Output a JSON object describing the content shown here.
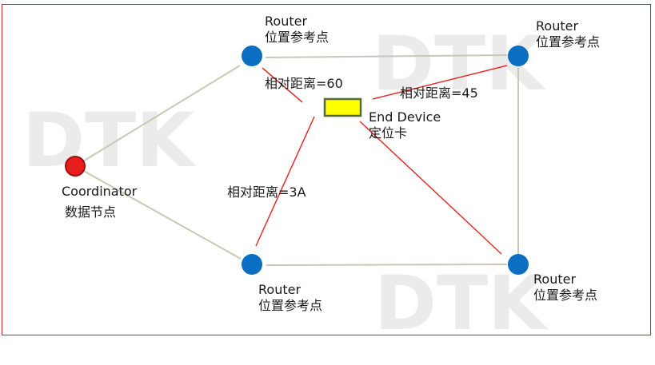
{
  "watermark": "DTK",
  "colors": {
    "frame": "#c0262c",
    "router_fill": "#0a6fc2",
    "coordinator_fill": "#e61e1e",
    "coordinator_stroke": "#a01010",
    "end_device_fill": "#ffff00",
    "end_device_stroke": "#556b2f",
    "mesh_line": "#c8c8b4",
    "distance_line": "#e82c2c",
    "watermark": "#ebebeb"
  },
  "nodes": {
    "router_top_left": {
      "type": "Router",
      "desc": "位置参考点",
      "icon": "blue-circle"
    },
    "router_top_right": {
      "type": "Router",
      "desc": "位置参考点",
      "icon": "blue-circle"
    },
    "router_bottom_left": {
      "type": "Router",
      "desc": "位置参考点",
      "icon": "blue-circle"
    },
    "router_bottom_right": {
      "type": "Router",
      "desc": "位置参考点",
      "icon": "blue-circle"
    },
    "coordinator": {
      "type": "Coordinator",
      "desc": "数据节点",
      "icon": "red-circle"
    },
    "end_device": {
      "type": "End Device",
      "desc": "定位卡",
      "icon": "yellow-rectangle"
    }
  },
  "distances": {
    "top_left": "相对距离=60",
    "top_right": "相对距离=45",
    "bottom_left": "相对距离=3A"
  }
}
